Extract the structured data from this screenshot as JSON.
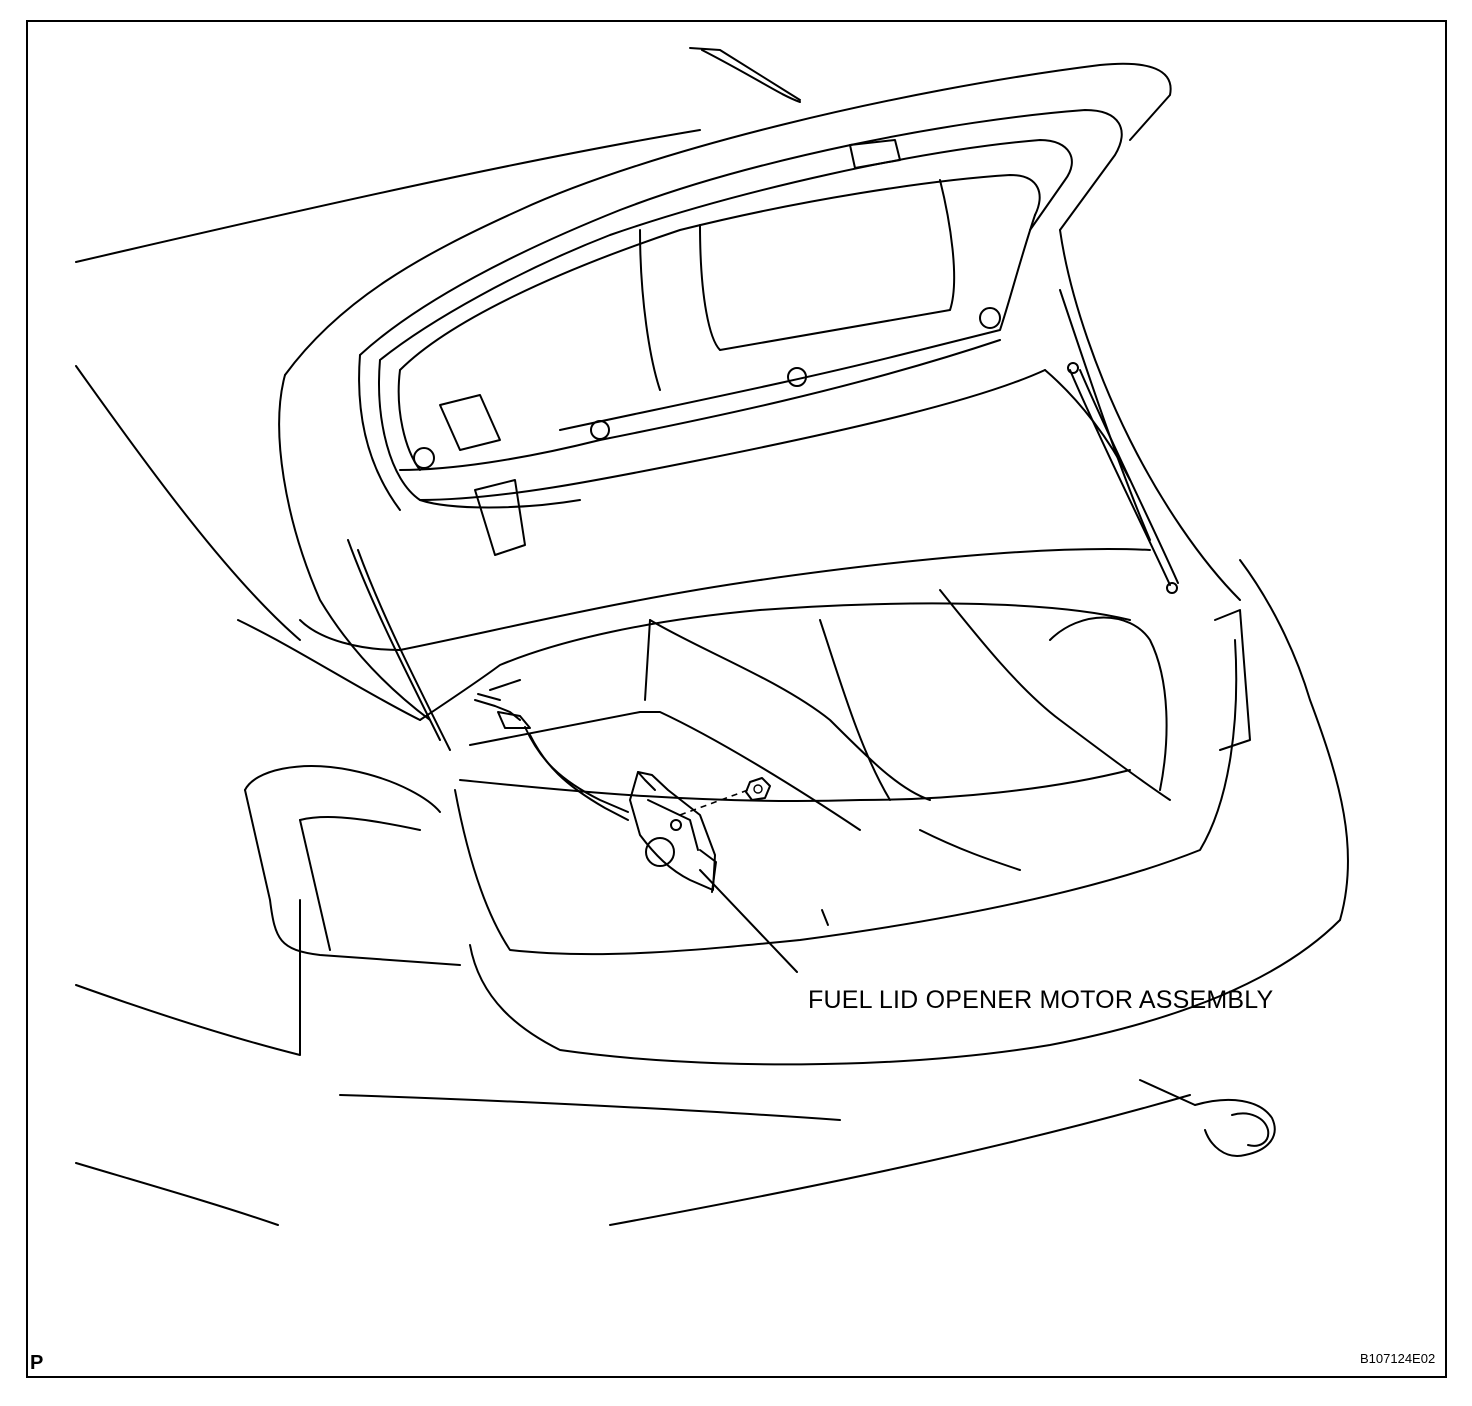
{
  "callout": {
    "label": "FUEL LID OPENER MOTOR ASSEMBLY"
  },
  "corner_mark": "P",
  "figure_id": "B107124E02"
}
